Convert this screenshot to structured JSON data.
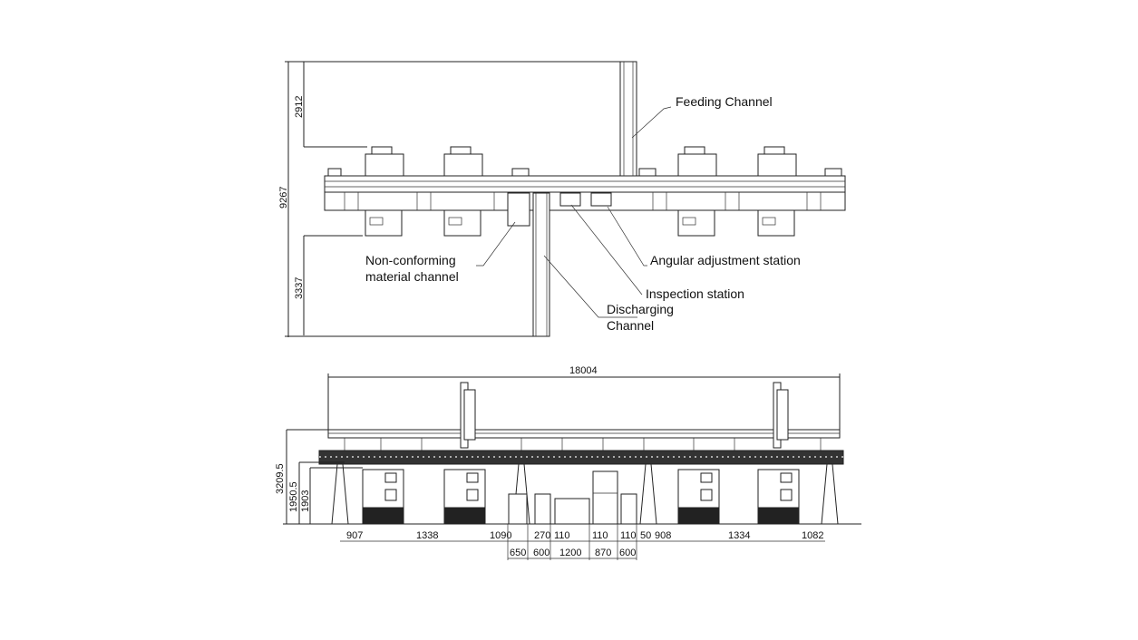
{
  "top_view": {
    "labels": {
      "feeding_channel": "Feeding Channel",
      "non_conforming_line1": "Non-conforming",
      "non_conforming_line2": "material channel",
      "angular_adjustment": "Angular adjustment station",
      "inspection": "Inspection station",
      "discharging_line1": "Discharging",
      "discharging_line2": "Channel"
    },
    "dimensions": {
      "total_depth": "9267",
      "top_clearance": "2912",
      "bottom_clearance": "3337"
    }
  },
  "side_view": {
    "dimensions": {
      "total_length": "18004",
      "total_height": "3209.5",
      "height_1": "1950.5",
      "height_2": "1903",
      "row1": [
        "907",
        "1338",
        "1090",
        "270",
        "110",
        "110",
        "110",
        "50",
        "908",
        "1334",
        "1082"
      ],
      "row2": [
        "650",
        "600",
        "1200",
        "870",
        "600"
      ]
    }
  }
}
